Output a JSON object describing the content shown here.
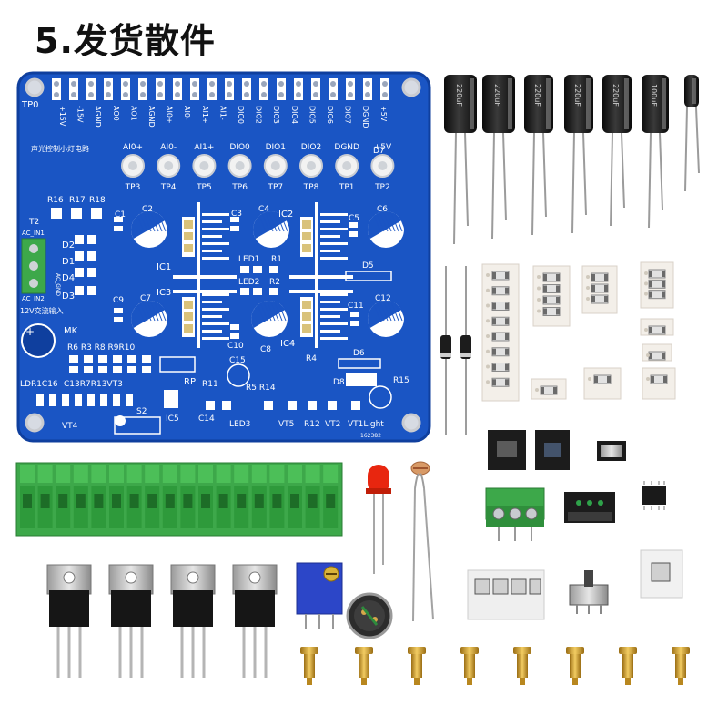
{
  "title": "5.发货散件",
  "colors": {
    "pcb": "#1a55c4",
    "pcb_dark": "#0f3f9e",
    "silk": "#ffffff",
    "terminal": "#3da84a",
    "electrolytic": "#1b1b1b",
    "brass": "#d4a437",
    "led": "#e8260f",
    "pot": "#2c46c8"
  },
  "board": {
    "corner_label": "TP0",
    "header_pin_one": "1",
    "board_id": "162382",
    "circuit_label": "声光控制小灯电路",
    "power_label": "12V交流输入",
    "header_labels": [
      "+15V",
      "-15V",
      "AGND",
      "AO0",
      "AO1",
      "AGND",
      "AI0+",
      "AI0-",
      "AI1+",
      "AI1-",
      "DIO0",
      "DIO2",
      "DIO3",
      "DIO4",
      "DIO5",
      "DIO6",
      "DIO7",
      "DGND",
      "+5V"
    ],
    "testpoints": [
      {
        "top": "AI0+",
        "bottom": "TP3"
      },
      {
        "top": "AI0-",
        "bottom": "TP4"
      },
      {
        "top": "AI1+",
        "bottom": "TP5"
      },
      {
        "top": "DIO0",
        "bottom": "TP6"
      },
      {
        "top": "DIO1",
        "bottom": "TP7"
      },
      {
        "top": "DIO2",
        "bottom": "TP8"
      },
      {
        "top": "DGND",
        "bottom": "TP1"
      },
      {
        "top": "+5V",
        "bottom": "TP2"
      }
    ],
    "refs": {
      "d7": "D7",
      "r16": "R16",
      "r17": "R17",
      "r18": "R18",
      "t2": "T2",
      "ac_in1": "AC_IN1",
      "ac_gnd": "AC_GND",
      "ac_in2": "AC_IN2",
      "d1": "D1",
      "d2": "D2",
      "d3": "D3",
      "d4": "D4",
      "c1": "C1",
      "c2": "C2",
      "c3": "C3",
      "c4": "C4",
      "c5": "C5",
      "c6": "C6",
      "c7": "C7",
      "c8": "C8",
      "c9": "C9",
      "c10": "C10",
      "c11": "C11",
      "c12": "C12",
      "c14": "C14",
      "c15": "C15",
      "ic1": "IC1",
      "ic2": "IC2",
      "ic3": "IC3",
      "ic4": "IC4",
      "ic5": "IC5",
      "led1": "LED1",
      "led2": "LED2",
      "led3": "LED3",
      "r1": "R1",
      "r2": "R2",
      "r4": "R4",
      "d5": "D5",
      "d6": "D6",
      "d8": "D8",
      "r15": "R15",
      "mk": "MK",
      "row_r6": "R6 R3 R8 R9R10",
      "rp": "RP",
      "r11": "R11",
      "r5r14": "R5 R14",
      "ldr": "LDR1C16",
      "c13": "C13R7R13VT3",
      "s2": "S2",
      "vt4": "VT4",
      "vt5": "VT5",
      "r12": "R12",
      "vt2": "VT2",
      "vt1": "VT1Light"
    }
  },
  "capacitor_labels": [
    "220uF",
    "220uF",
    "220uF",
    "220uF",
    "220uF",
    "100uF"
  ]
}
